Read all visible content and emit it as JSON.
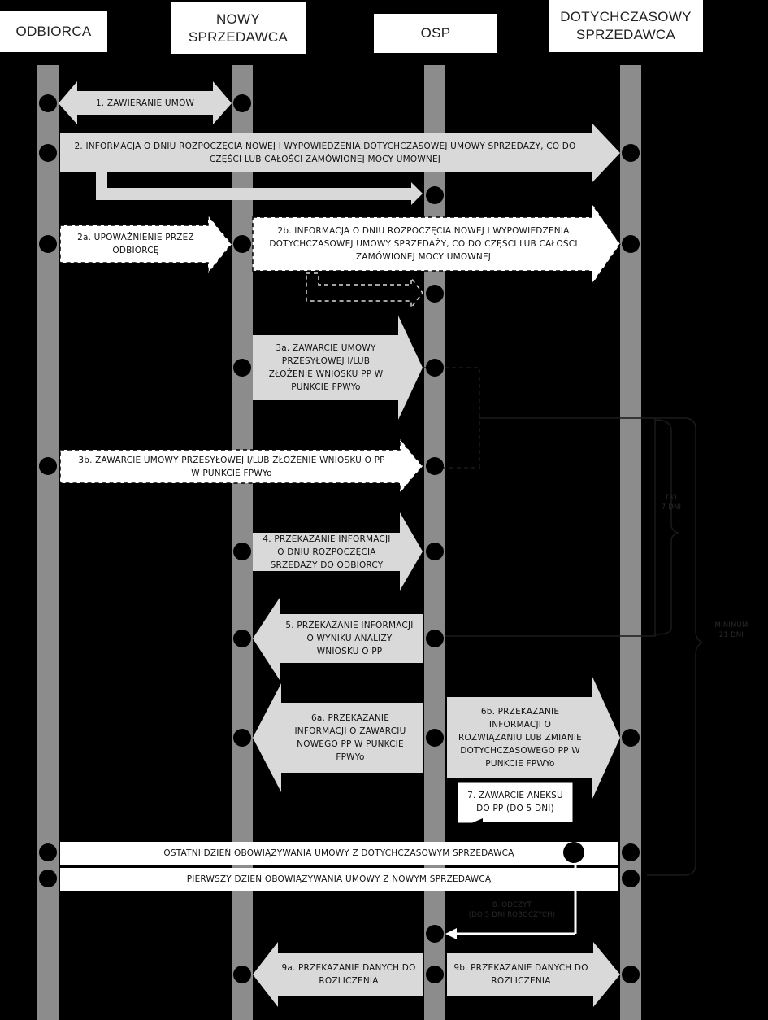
{
  "lanes": [
    {
      "id": "odbiorca",
      "title": "ODBIORCA"
    },
    {
      "id": "nowy",
      "title": "NOWY\nSPRZEDAWCA"
    },
    {
      "id": "osp",
      "title": "OSP"
    },
    {
      "id": "dotychczasowy",
      "title": "DOTYCHCZASOWY\nSPRZEDAWCA"
    }
  ],
  "steps": {
    "s1": "1. ZAWIERANIE UMÓW",
    "s2": "2. INFORMACJA O DNIU ROZPOCZĘCIA NOWEJ I WYPOWIEDZENIA DOTYCHCZASOWEJ UMOWY SPRZEDAŻY, CO DO\nCZĘŚCI LUB CAŁOŚCI ZAMÓWIONEJ MOCY UMOWNEJ",
    "s2a": "2a. UPOWAŻNIENIE PRZEZ\nODBIORCĘ",
    "s2b": "2b. INFORMACJA O DNIU ROZPOCZĘCIA NOWEJ I WYPOWIEDZENIA\nDOTYCHCZASOWEJ UMOWY SPRZEDAŻY, CO DO CZĘŚCI LUB CAŁOŚCI\nZAMÓWIONEJ MOCY UMOWNEJ",
    "s3a": "3a. ZAWARCIE UMOWY\nPRZESYŁOWEJ I/LUB\nZŁOŻENIE WNIOSKU PP W\nPUNKCIE FPWYo",
    "s3b": "3b. ZAWARCIE UMOWY PRZESYŁOWEJ I/LUB ZŁOŻENIE WNIOSKU O PP\nW PUNKCIE FPWYo",
    "s4": "4. PRZEKAZANIE INFORMACJI\nO DNIU ROZPOCZĘCIA\nSRZEDAŻY DO ODBIORCY",
    "s5": "5. PRZEKAZANIE INFORMACJI\nO WYNIKU ANALIZY\nWNIOSKU O PP",
    "s6a": "6a. PRZEKAZANIE\nINFORMACJI O ZAWARCIU\nNOWEGO PP W PUNKCIE\nFPWYo",
    "s6b": "6b. PRZEKAZANIE\nINFORMACJI O\nROZWIĄZANIU LUB ZMIANIE\nDOTYCHCZASOWEGO PP W\nPUNKCIE FPWYo",
    "s7": "7. ZAWARCIE ANEKSU\nDO PP (DO 5 DNI)",
    "last_day": "OSTATNI DZIEŃ OBOWIĄZYWANIA UMOWY Z DOTYCHCZASOWYM SPRZEDAWCĄ",
    "first_day": "PIERWSZY DZIEŃ OBOWIĄZYWANIA UMOWY Z NOWYM SPRZEDAWCĄ",
    "s8": "8. ODCZYT\n(DO 5 DNI ROBOCZYCH)",
    "s9a": "9a. PRZEKAZANIE DANYCH DO\nROZLICZENIA",
    "s9b": "9b. PRZEKAZANIE DANYCH DO\nROZLICZENIA"
  },
  "notes": {
    "do7": "DO\n7 DNI",
    "min21": "MINIMUM\n21 DNI"
  },
  "colors": {
    "background": "#000000",
    "lifeline": "#8c8c8c",
    "arrow_fill": "#d9d9d9",
    "white": "#ffffff"
  }
}
